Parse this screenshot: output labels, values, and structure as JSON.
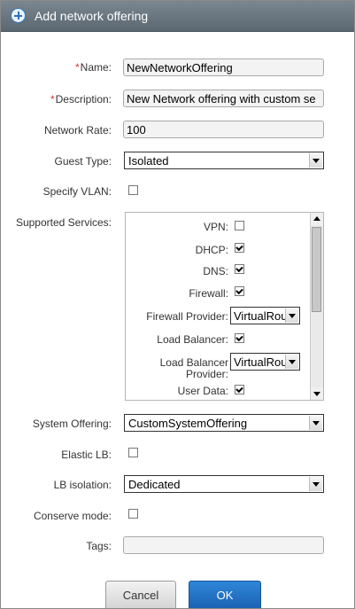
{
  "dialog": {
    "title": "Add network offering",
    "icon": "plus-circle-icon"
  },
  "form": {
    "name": {
      "label": "Name:",
      "required_mark": "*",
      "value": "NewNetworkOffering"
    },
    "description": {
      "label": "Description:",
      "required_mark": "*",
      "value": "New Network offering with custom se"
    },
    "network_rate": {
      "label": "Network Rate:",
      "value": "100"
    },
    "guest_type": {
      "label": "Guest Type:",
      "value": "Isolated"
    },
    "specify_vlan": {
      "label": "Specify VLAN:",
      "checked": false
    },
    "supported_services": {
      "label": "Supported Services:",
      "vpn": {
        "label": "VPN:",
        "checked": false
      },
      "dhcp": {
        "label": "DHCP:",
        "checked": true
      },
      "dns": {
        "label": "DNS:",
        "checked": true
      },
      "firewall": {
        "label": "Firewall:",
        "checked": true
      },
      "firewall_provider": {
        "label": "Firewall Provider:",
        "value": "VirtualRou"
      },
      "load_balancer": {
        "label": "Load Balancer:",
        "checked": true
      },
      "load_balancer_provider": {
        "label_line1": "Load Balancer",
        "label_line2": "Provider:",
        "value": "VirtualRou"
      },
      "user_data": {
        "label": "User Data:",
        "checked": true
      }
    },
    "system_offering": {
      "label": "System Offering:",
      "value": "CustomSystemOffering"
    },
    "elastic_lb": {
      "label": "Elastic LB:",
      "checked": false
    },
    "lb_isolation": {
      "label": "LB isolation:",
      "value": "Dedicated"
    },
    "conserve_mode": {
      "label": "Conserve mode:",
      "checked": false
    },
    "tags": {
      "label": "Tags:",
      "value": ""
    }
  },
  "buttons": {
    "cancel": "Cancel",
    "ok": "OK"
  },
  "colors": {
    "title_bar": "#6b7780",
    "ok_button": "#2278c7",
    "required_mark": "#dd3333"
  }
}
